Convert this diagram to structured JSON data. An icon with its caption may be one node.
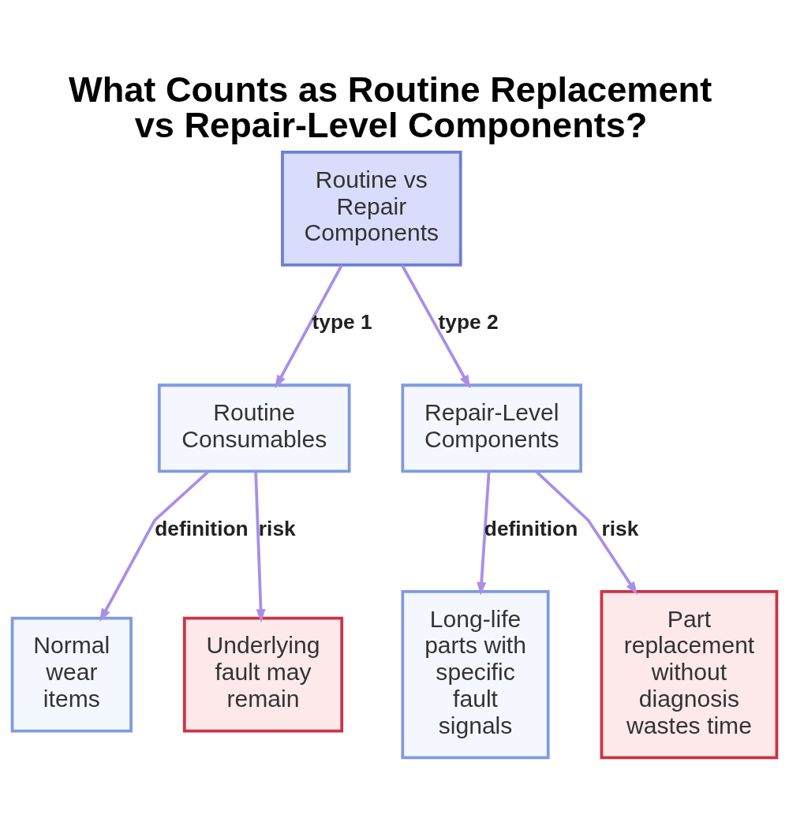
{
  "diagram": {
    "title": "What Counts as Routine Replacement vs Repair-Level Components?",
    "nodes": [
      {
        "text": [
          "Routine vs Repair Components"
        ]
      },
      {
        "text": [
          "Routine Consumables"
        ]
      },
      {
        "text": [
          "Repair-Level Components"
        ]
      },
      {
        "text": [
          "Normal wear items"
        ]
      },
      {
        "text": [
          "Underlying fault may remain"
        ]
      },
      {
        "text": [
          "Long-life parts with specific fault signals"
        ]
      },
      {
        "text": [
          "Part replacement without diagnosis wastes time"
        ]
      }
    ],
    "edges": [
      {
        "from": 0,
        "to": 1,
        "arrow": "to",
        "label": "type 1"
      },
      {
        "from": 0,
        "to": 2,
        "arrow": "to",
        "label": "type 2"
      },
      {
        "from": 1,
        "to": 3,
        "arrow": "to",
        "label": "definition"
      },
      {
        "from": 1,
        "to": 4,
        "arrow": "to",
        "label": "risk"
      },
      {
        "from": 2,
        "to": 5,
        "arrow": "to",
        "label": "definition"
      },
      {
        "from": 2,
        "to": 6,
        "arrow": "to",
        "label": "risk"
      }
    ]
  }
}
